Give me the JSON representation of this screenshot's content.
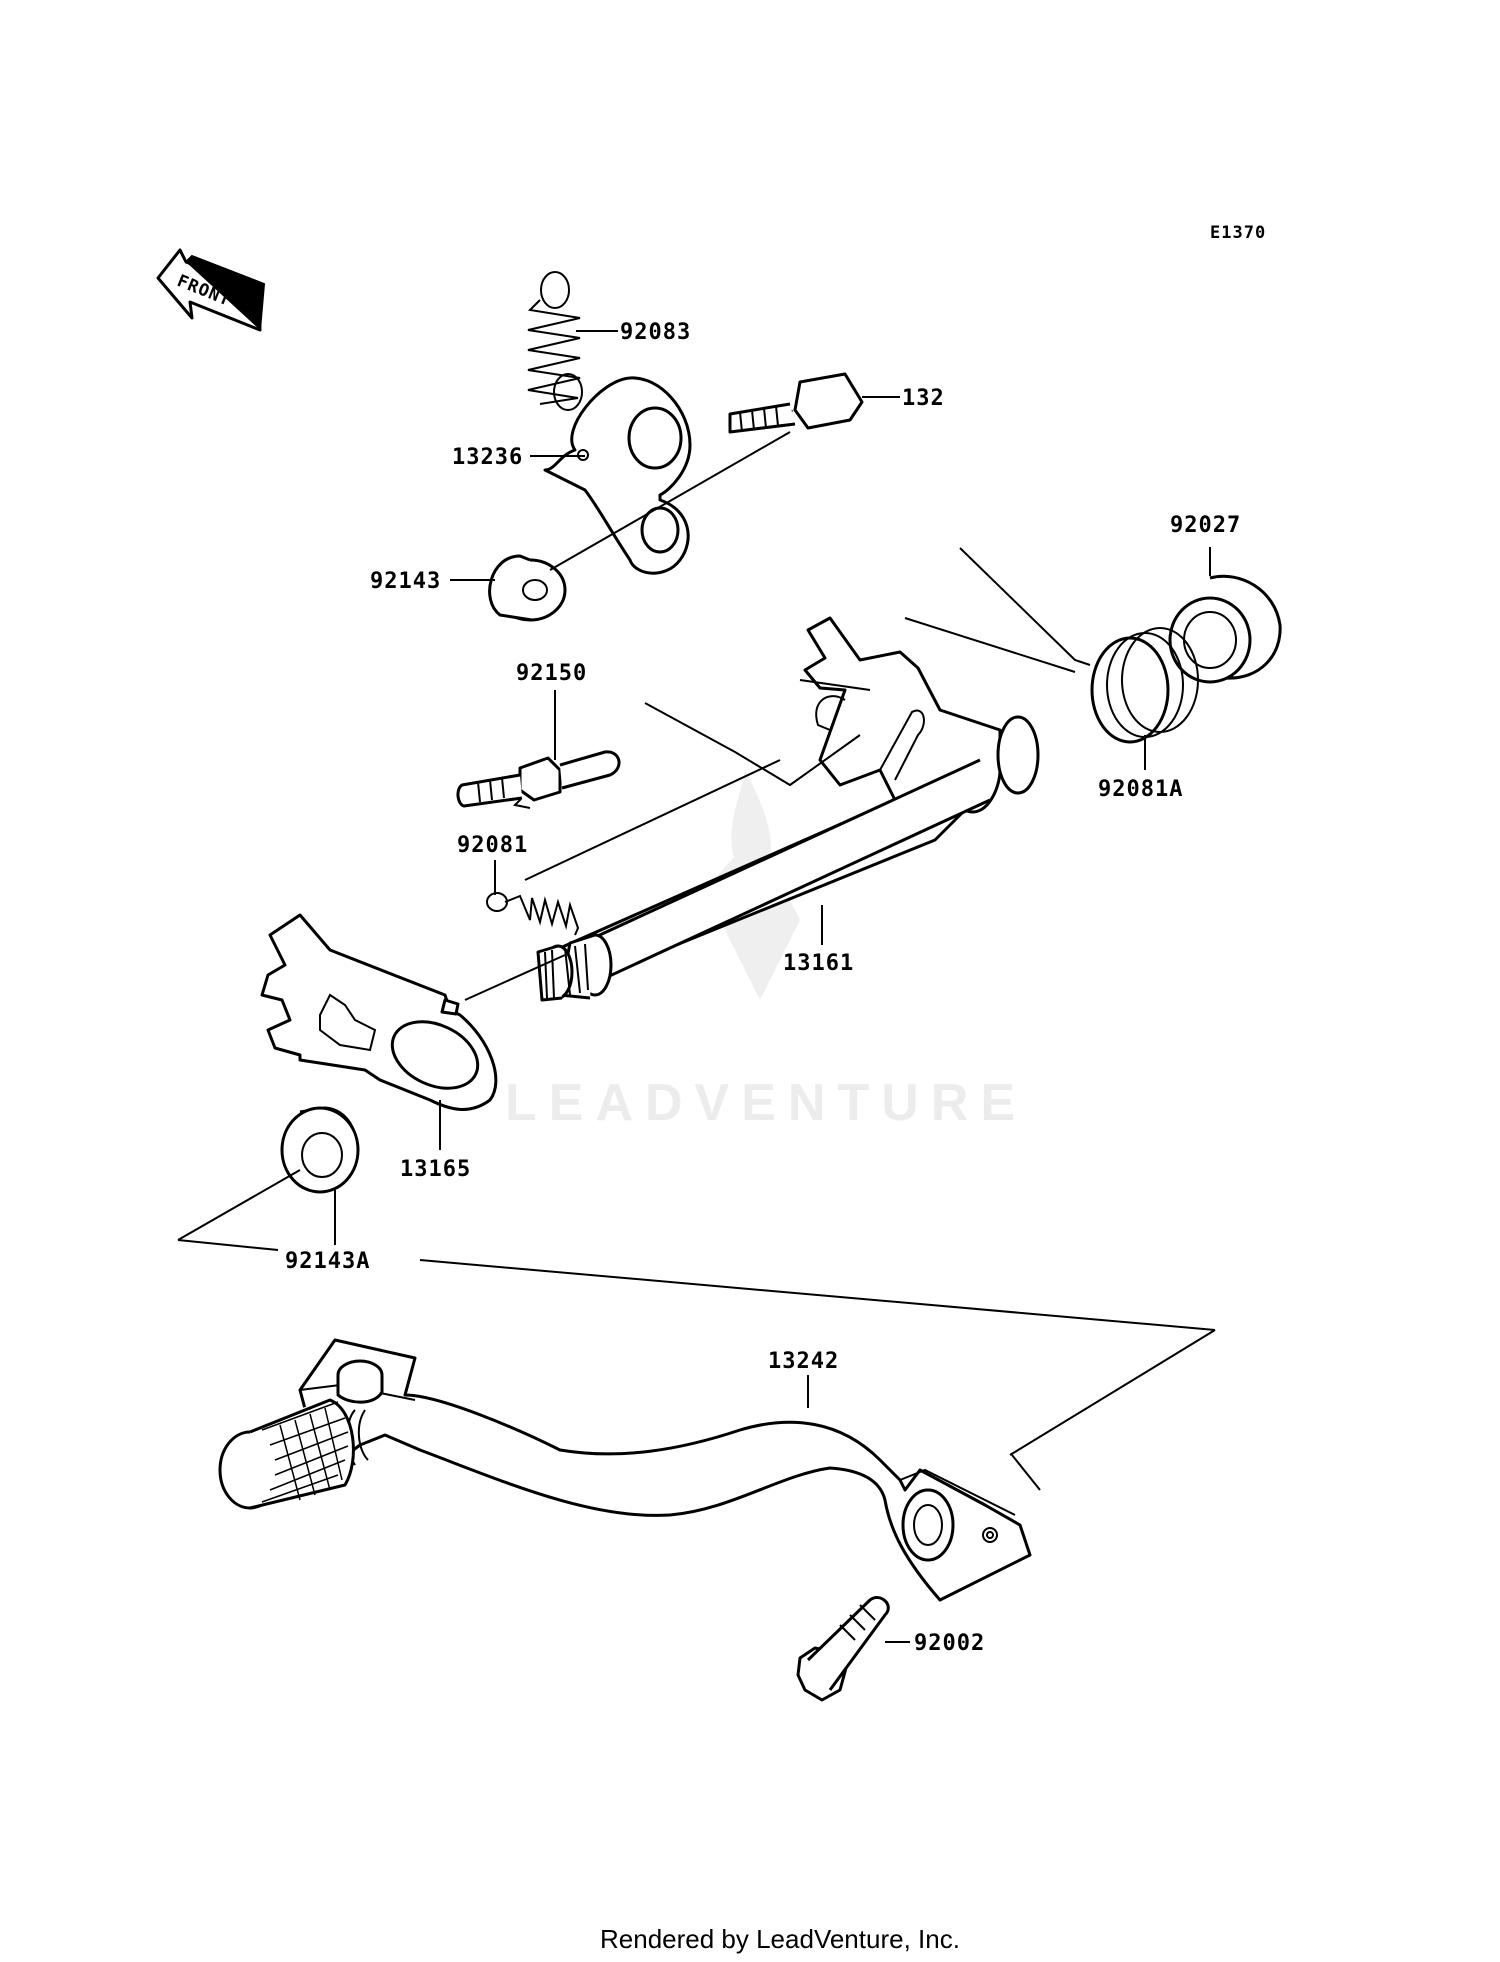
{
  "diagram": {
    "code": "E1370",
    "front_label": "FRONT",
    "watermark": "LEADVENTURE",
    "footer": "Rendered by LeadVenture, Inc.",
    "parts": [
      {
        "id": "p92083",
        "number": "92083",
        "part": "spring"
      },
      {
        "id": "p132",
        "number": "132",
        "part": "bolt"
      },
      {
        "id": "p13236",
        "number": "13236",
        "part": "lever"
      },
      {
        "id": "p92143",
        "number": "92143",
        "part": "collar"
      },
      {
        "id": "p92027",
        "number": "92027",
        "part": "collar"
      },
      {
        "id": "p92150",
        "number": "92150",
        "part": "bolt"
      },
      {
        "id": "p92081A",
        "number": "92081A",
        "part": "spring"
      },
      {
        "id": "p92081",
        "number": "92081",
        "part": "spring"
      },
      {
        "id": "p13161",
        "number": "13161",
        "part": "shaft"
      },
      {
        "id": "p13165",
        "number": "13165",
        "part": "plate"
      },
      {
        "id": "p92143A",
        "number": "92143A",
        "part": "collar"
      },
      {
        "id": "p13242",
        "number": "13242",
        "part": "pedal"
      },
      {
        "id": "p92002",
        "number": "92002",
        "part": "bolt"
      }
    ]
  }
}
